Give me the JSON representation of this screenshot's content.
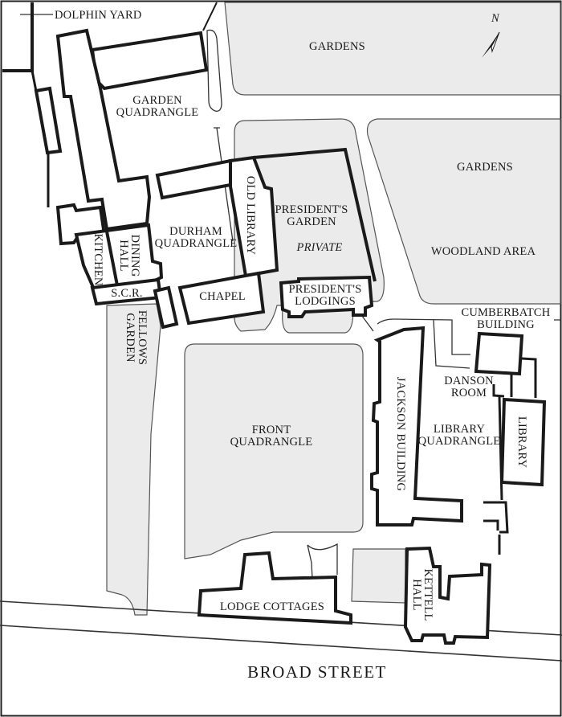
{
  "map": {
    "colors": {
      "paper": "#ffffff",
      "open_space": "#ebebeb",
      "building_outline": "#1a1a1a"
    },
    "north_arrow": {
      "label": "N",
      "icon": "north-arrow-icon"
    },
    "labels": {
      "dolphin_yard": "DOLPHIN YARD",
      "gardens_north": "GARDENS",
      "gardens_east": "GARDENS",
      "woodland_area": "WOODLAND AREA",
      "garden_quadrangle_1": "GARDEN",
      "garden_quadrangle_2": "QUADRANGLE",
      "durham_quadrangle_1": "DURHAM",
      "durham_quadrangle_2": "QUADRANGLE",
      "old_library": "OLD LIBRARY",
      "presidents_garden_1": "PRESIDENT'S",
      "presidents_garden_2": "GARDEN",
      "private": "PRIVATE",
      "kitchen": "KITCHEN",
      "dining_hall_1": "DINING",
      "dining_hall_2": "HALL",
      "scr": "S.C.R.",
      "chapel": "CHAPEL",
      "presidents_lodgings_1": "PRESIDENT'S",
      "presidents_lodgings_2": "LODGINGS",
      "fellows_garden_1": "FELLOWS",
      "fellows_garden_2": "GARDEN",
      "cumberbatch_1": "CUMBERBATCH",
      "cumberbatch_2": "BUILDING",
      "danson_room_1": "DANSON",
      "danson_room_2": "ROOM",
      "front_quadrangle_1": "FRONT",
      "front_quadrangle_2": "QUADRANGLE",
      "jackson_building": "JACKSON BUILDING",
      "library_quadrangle_1": "LIBRARY",
      "library_quadrangle_2": "QUADRANGLE",
      "library": "LIBRARY",
      "kettell_hall_1": "KETTELL",
      "kettell_hall_2": "HALL",
      "lodge_cottages": "LODGE COTTAGES",
      "broad_street": "BROAD STREET"
    }
  }
}
